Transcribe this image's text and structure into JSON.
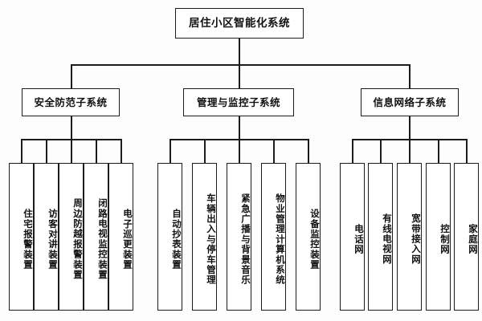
{
  "diagram": {
    "type": "organization-tree",
    "title_text": "居住小区智能化系统",
    "root": {
      "label": "居住小区智能化系统"
    },
    "branches": [
      {
        "label": "安全防范子系统",
        "children": [
          {
            "label": "住宅报警装置"
          },
          {
            "label": "访客对讲装置"
          },
          {
            "label": "周边防越报警装置"
          },
          {
            "label": "闭路电视监控装置"
          },
          {
            "label": "电子巡更装置"
          }
        ]
      },
      {
        "label": "管理与监控子系统",
        "children": [
          {
            "label": "自动抄表装置"
          },
          {
            "label": "车辆出入与停车管理"
          },
          {
            "label": "紧急广播与背景音乐"
          },
          {
            "label": "物业管理计算机系统"
          },
          {
            "label": "设备监控装置"
          }
        ]
      },
      {
        "label": "信息网络子系统",
        "children": [
          {
            "label": "电话网"
          },
          {
            "label": "有线电视网"
          },
          {
            "label": "宽带接入网"
          },
          {
            "label": "控制网"
          },
          {
            "label": "家庭网"
          }
        ]
      }
    ],
    "colors": {
      "background": "#fdfdfd",
      "box_fill": "#ffffff",
      "line": "#1c1c1c",
      "text": "#111111"
    }
  }
}
